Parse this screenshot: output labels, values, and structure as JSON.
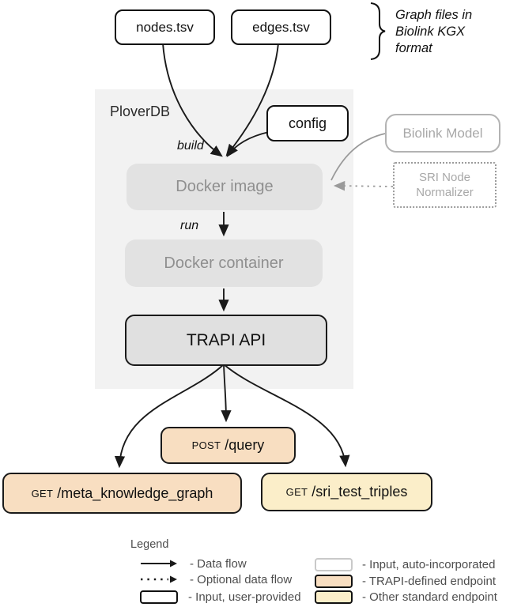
{
  "colors": {
    "panel_bg": "#f2f2f2",
    "process_fill": "#e2e2e2",
    "trapi_fill": "#e0e0e0",
    "trapi_endpoint_fill": "#f8dec1",
    "other_endpoint_fill": "#fbeec9",
    "main_stroke": "#1a1a1a",
    "muted_box_text": "#8f8f8f",
    "external_gray": "#a8a8a8"
  },
  "inputs": {
    "nodes": "nodes.tsv",
    "edges": "edges.tsv",
    "config": "config"
  },
  "note": {
    "line1": "Graph files in",
    "line2": "Biolink KGX",
    "line3": "format"
  },
  "plover": {
    "title": "PloverDB",
    "build": "build",
    "run": "run",
    "docker_image": "Docker image",
    "docker_container": "Docker container",
    "trapi": "TRAPI API"
  },
  "external": {
    "biolink": "Biolink Model",
    "sri_line1": "SRI Node",
    "sri_line2": "Normalizer"
  },
  "endpoints": {
    "query_method": "POST",
    "query_path": "/query",
    "meta_method": "GET",
    "meta_path": "/meta_knowledge_graph",
    "sri_method": "GET",
    "sri_path": "/sri_test_triples"
  },
  "legend": {
    "title": "Legend",
    "data_flow": "- Data flow",
    "optional_data_flow": "- Optional data flow",
    "input_user": "- Input, user-provided",
    "input_auto": "- Input, auto-incorporated",
    "trapi_endpoint": "- TRAPI-defined endpoint",
    "other_endpoint": "- Other standard endpoint"
  }
}
